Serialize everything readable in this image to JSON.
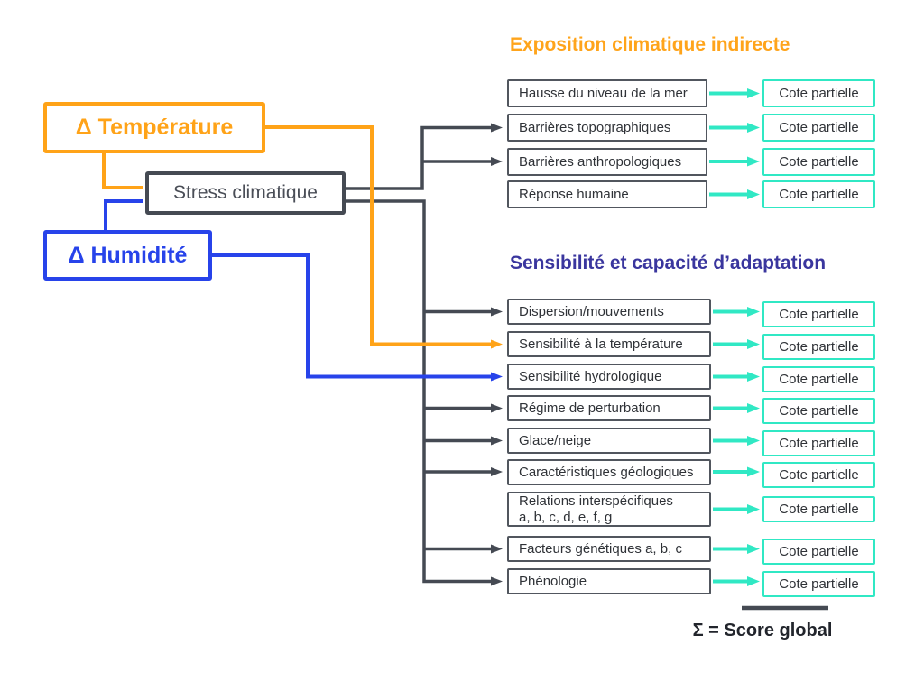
{
  "colors": {
    "orange": "#FFA318",
    "blue": "#2743EA",
    "dark_gray": "#454A53",
    "teal": "#30E8C4",
    "indigo_heading": "#3A369E",
    "orange_heading": "#FFA41B"
  },
  "inputs": {
    "temperature": "Δ Température",
    "stress": "Stress climatique",
    "humidity": "Δ Humidité"
  },
  "sections": [
    {
      "title": "Exposition climatique indirecte",
      "rows": [
        {
          "label": "Hausse du niveau de la mer",
          "score": "Cote partielle",
          "source": null
        },
        {
          "label": "Barrières topographiques",
          "score": "Cote partielle",
          "source": "stress"
        },
        {
          "label": "Barrières anthropologiques",
          "score": "Cote partielle",
          "source": "stress"
        },
        {
          "label": "Réponse humaine",
          "score": "Cote partielle",
          "source": null
        }
      ]
    },
    {
      "title": "Sensibilité et capacité d’adaptation",
      "rows": [
        {
          "label": "Dispersion/mouvements",
          "score": "Cote partielle",
          "source": "stress"
        },
        {
          "label": "Sensibilité à la température",
          "score": "Cote partielle",
          "source": "temperature"
        },
        {
          "label": "Sensibilité hydrologique",
          "score": "Cote partielle",
          "source": "humidity"
        },
        {
          "label": "Régime de perturbation",
          "score": "Cote partielle",
          "source": "stress"
        },
        {
          "label": "Glace/neige",
          "score": "Cote partielle",
          "source": "stress"
        },
        {
          "label": "Caractéristiques géologiques",
          "score": "Cote partielle",
          "source": "stress"
        },
        {
          "label": "Relations interspécifiques",
          "label_line2": "a, b, c, d, e, f, g",
          "score": "Cote partielle",
          "source": null
        },
        {
          "label": "Facteurs génétiques a, b, c",
          "score": "Cote partielle",
          "source": "stress"
        },
        {
          "label": "Phénologie",
          "score": "Cote partielle",
          "source": "stress"
        }
      ]
    }
  ],
  "footer": {
    "sum_label": "Σ = Score global"
  }
}
